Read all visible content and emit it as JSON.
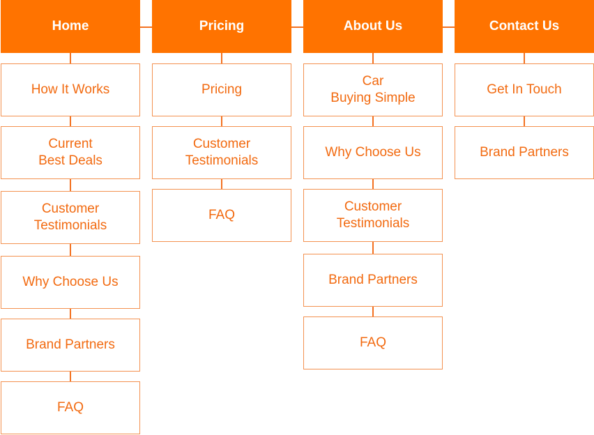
{
  "colors": {
    "header_bg": "#ff7300",
    "header_text": "#ffffff",
    "box_text": "#f26a10",
    "box_border": "#f3914f",
    "connector": "#f37120"
  },
  "columns": [
    {
      "title": "Home",
      "pages": [
        "How It Works",
        "Current\nBest Deals",
        "Customer\nTestimonials",
        "Why Choose Us",
        "Brand Partners",
        "FAQ"
      ]
    },
    {
      "title": "Pricing",
      "pages": [
        "Pricing",
        "Customer\nTestimonials",
        "FAQ"
      ]
    },
    {
      "title": "About Us",
      "pages": [
        "Car\nBuying Simple",
        "Why Choose Us",
        "Customer\nTestimonials",
        "Brand Partners",
        "FAQ"
      ]
    },
    {
      "title": "Contact Us",
      "pages": [
        "Get In Touch",
        "Brand Partners"
      ]
    }
  ]
}
